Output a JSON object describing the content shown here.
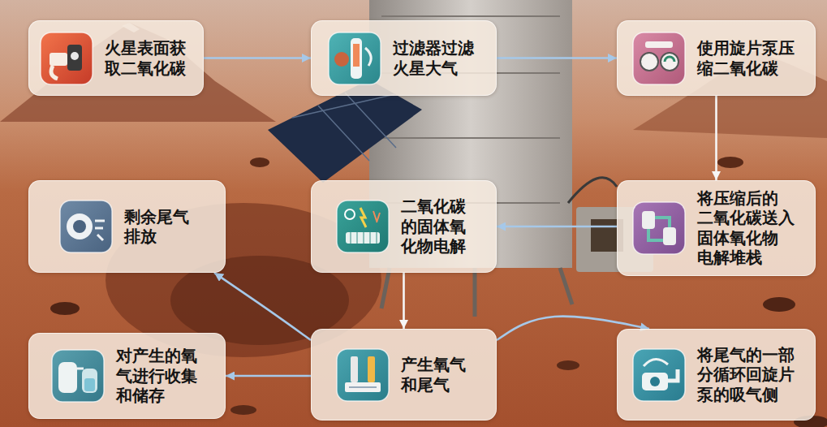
{
  "diagram": {
    "nodes": [
      {
        "text": [
          "火星表面获 取二氧化碳"
        ]
      },
      {
        "text": [
          "过滤器过滤 火星大气"
        ]
      },
      {
        "text": [
          "使用旋片泵压 缩二氧化碳"
        ]
      },
      {
        "text": [
          "剩余尾气 排放"
        ]
      },
      {
        "text": [
          "二氧化碳 的固体氧 化物电解"
        ]
      },
      {
        "text": [
          "将压缩后的 二氧化碳送入 固体氧化物 电解堆栈"
        ]
      },
      {
        "text": [
          "对产生的氧 气进行收集 和储存"
        ]
      },
      {
        "text": [
          "产生氧气 和尾气"
        ]
      },
      {
        "text": [
          "将尾气的一部 分循环回旋片 泵的吸气侧"
        ]
      }
    ],
    "edges": [
      {
        "from": 0,
        "to": 1,
        "arrow": "to"
      },
      {
        "from": 1,
        "to": 2,
        "arrow": "to"
      },
      {
        "from": 2,
        "to": 5,
        "arrow": "to"
      },
      {
        "from": 5,
        "to": 4,
        "arrow": "to"
      },
      {
        "from": 4,
        "to": 7,
        "arrow": "to"
      },
      {
        "from": 7,
        "to": 6,
        "arrow": "to"
      },
      {
        "from": 7,
        "to": 3,
        "arrow": "to"
      },
      {
        "from": 7,
        "to": 8,
        "arrow": "to"
      }
    ]
  }
}
